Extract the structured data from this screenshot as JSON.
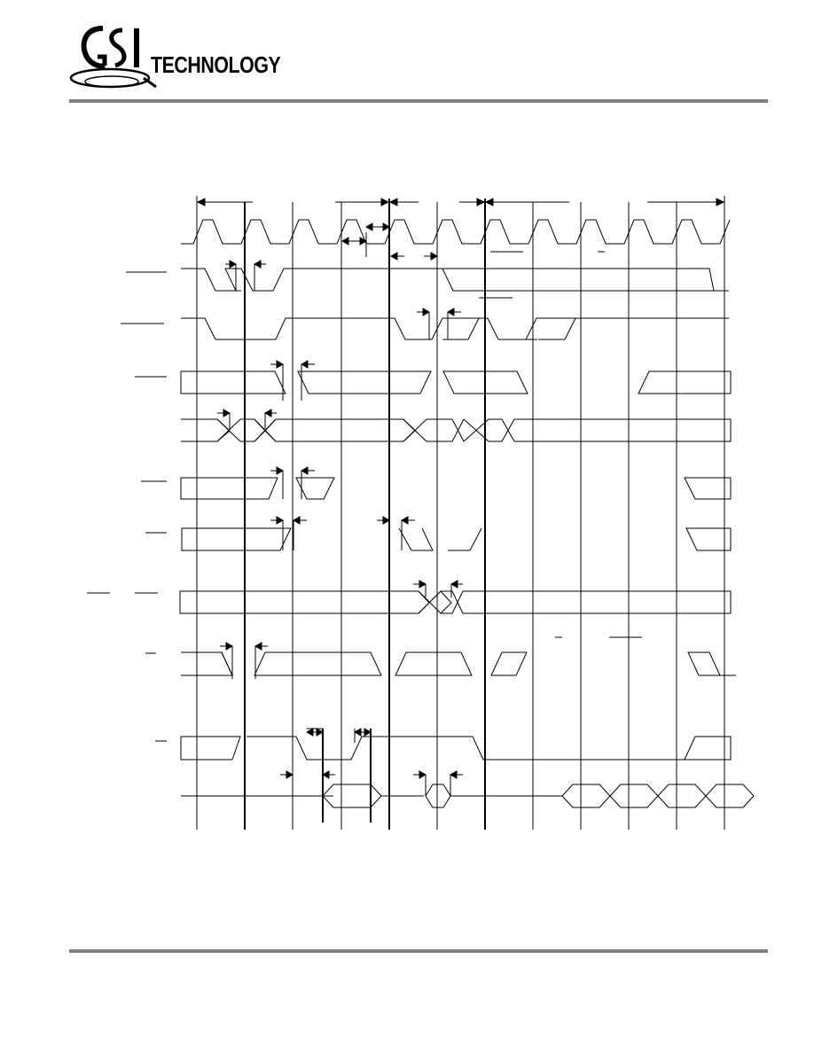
{
  "brand": {
    "logo_word": "TECHNOLOGY",
    "logo_name": "gsi-technology-logo"
  },
  "colors": {
    "rule": "#808080",
    "ink": "#000000"
  },
  "diagram": {
    "kind": "timing-diagram",
    "signal_count": 11,
    "clock_cycles": 12
  }
}
